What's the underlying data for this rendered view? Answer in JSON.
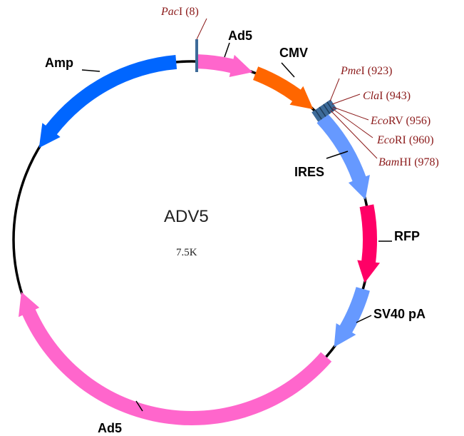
{
  "plasmid": {
    "name": "ADV5",
    "size": "7.5K",
    "backbone_color": "#000000"
  },
  "features": [
    {
      "id": "ad5-top",
      "label": "Ad5",
      "color": "#ff66cc"
    },
    {
      "id": "cmv",
      "label": "CMV",
      "color": "#ff6600"
    },
    {
      "id": "ires",
      "label": "IRES",
      "color": "#6699ff"
    },
    {
      "id": "rfp",
      "label": "RFP",
      "color": "#ff0066"
    },
    {
      "id": "sv40pa",
      "label": "SV40 pA",
      "color": "#6699ff"
    },
    {
      "id": "ad5-bottom",
      "label": "Ad5",
      "color": "#ff66cc"
    },
    {
      "id": "amp",
      "label": "Amp",
      "color": "#0066ff"
    }
  ],
  "sites": [
    {
      "id": "paci",
      "italic": "Pac",
      "rest": "I (8)"
    },
    {
      "id": "pmei",
      "italic": "Pme",
      "rest": "I (923)"
    },
    {
      "id": "clai",
      "italic": "Cla",
      "rest": "I (943)"
    },
    {
      "id": "ecorv",
      "italic": "Eco",
      "rest": "RV (956)"
    },
    {
      "id": "ecori",
      "italic": "Eco",
      "rest": "RI (960)"
    },
    {
      "id": "bamhi",
      "italic": "Bam",
      "rest": "HI (978)"
    }
  ],
  "colors": {
    "site_label": "#8b1a1a",
    "mcs_block": "#3d6b99"
  }
}
